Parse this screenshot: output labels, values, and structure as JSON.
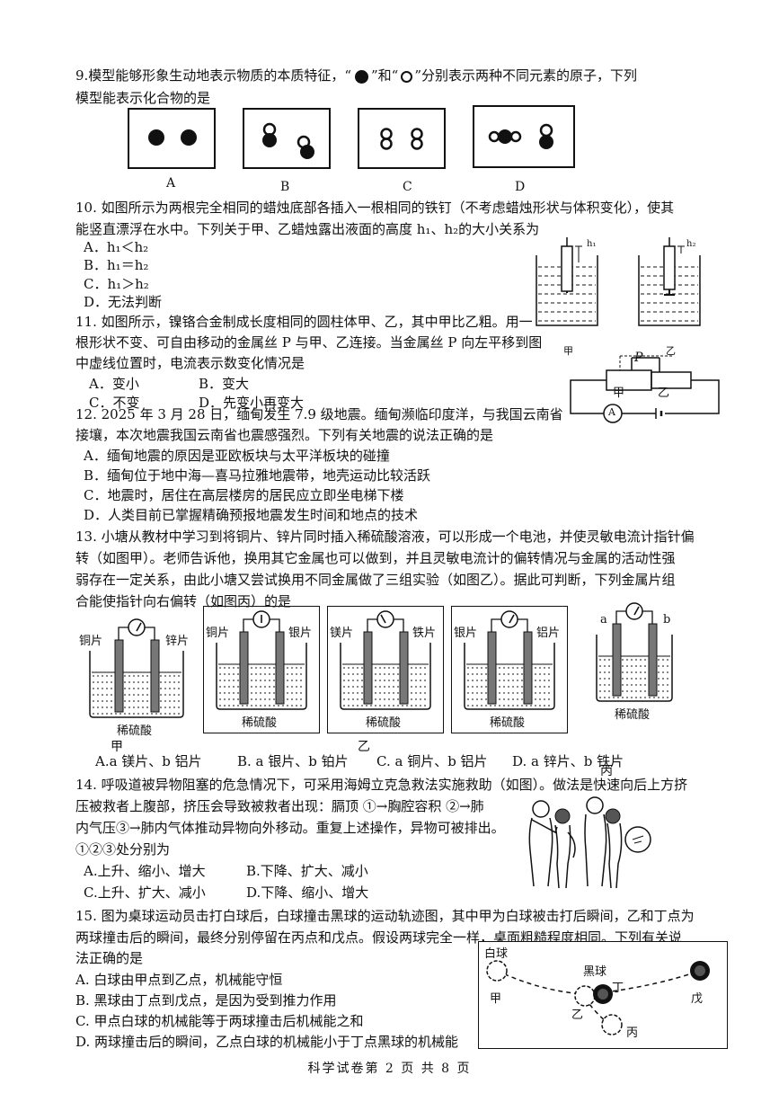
{
  "q9": {
    "line1": "9.模型能够形象生动地表示物质的本质特征，“",
    "mid1": "”和“",
    "mid2": "”分别表示两种不同元素的原子，下列",
    "line2": "模型能表示化合物的是",
    "options": [
      "A",
      "B",
      "C",
      "D"
    ]
  },
  "q10": {
    "line1": "10. 如图所示为两根完全相同的蜡烛底部各插入一根相同的铁钉（不考虑蜡烛形状与体积变化），使其",
    "line2": "能竖直漂浮在水中。下列关于甲、乙蜡烛露出液面的高度 h₁、h₂的大小关系为",
    "options": [
      "A．h₁＜h₂",
      "B．h₁＝h₂",
      "C．h₁＞h₂",
      "D．无法判断"
    ],
    "fig_labels": [
      "甲",
      "乙"
    ],
    "h_labels": [
      "h₁",
      "h₂"
    ]
  },
  "q11": {
    "line1": "11. 如图所示，镍铬合金制成长度相同的圆柱体甲、乙，其中甲比乙粗。用一",
    "line2": "根形状不变、可自由移动的金属丝 P 与甲、乙连接。当金属丝 P 向左平移到图",
    "line3": "中虚线位置时，电流表示数变化情况是",
    "options": [
      "A．变小",
      "B．变大",
      "C．不变",
      "D．先变小再变大"
    ],
    "fig": {
      "p": "P",
      "jia": "甲",
      "yi": "乙",
      "meter": "A"
    }
  },
  "q12": {
    "line1": "12. 2025 年 3 月 28 日，缅甸发生 7.9 级地震。缅甸濒临印度洋，与我国云南省",
    "line2": "接壤，本次地震我国云南省也震感强烈。下列有关地震的说法正确的是",
    "options": [
      "A．缅甸地震的原因是亚欧板块与太平洋板块的碰撞",
      "B．缅甸位于地中海—喜马拉雅地震带，地壳运动比较活跃",
      "C．地震时，居住在高层楼房的居民应立即坐电梯下楼",
      "D．人类目前已掌握精确预报地震发生时间和地点的技术"
    ]
  },
  "q13": {
    "line1": "13. 小塘从教材中学习到将铜片、锌片同时插入稀硫酸溶液，可以形成一个电池，并使灵敏电流计指针偏",
    "line2": "转（如图甲）。老师告诉他，换用其它金属也可以做到，并且灵敏电流计的偏转情况与金属的活动性强",
    "line3": "弱存在一定关系，由此小塘又尝试换用不同金属做了三组实验（如图乙）。据此可判断，下列金属片组",
    "line4": "合能使指针向右偏转（如图丙）的是",
    "beakers": [
      {
        "left": "铜片",
        "right": "锌片",
        "acid": "稀硫酸"
      },
      {
        "left": "铜片",
        "right": "银片",
        "acid": "稀硫酸"
      },
      {
        "left": "镁片",
        "right": "铁片",
        "acid": "稀硫酸"
      },
      {
        "left": "银片",
        "right": "铝片",
        "acid": "稀硫酸"
      },
      {
        "left": "a",
        "right": "b",
        "acid": "稀硫酸"
      }
    ],
    "fig_labels": [
      "甲",
      "乙",
      "丙"
    ],
    "options": [
      "A.a 镁片、b 铝片",
      "B. a 银片、b 铂片",
      "C. a 铜片、b 铝片",
      "D. a 锌片、b 铁片"
    ]
  },
  "q14": {
    "line1": "14. 呼吸道被异物阻塞的危急情况下，可采用海姆立克急救法实施救助（如图）。做法是快速向后上方挤",
    "line2": "压被救者上腹部，挤压会导致被救者出现：膈顶 ①→胸腔容积 ②→肺",
    "line3": "内气压③→肺内气体推动异物向外移动。重复上述操作，异物可被排出。",
    "line4": "①②③处分别为",
    "options": [
      "A.上升、缩小、增大",
      "B.下降、扩大、减小",
      "C.上升、扩大、减小",
      "D.下降、缩小、增大"
    ]
  },
  "q15": {
    "line1": "15. 图为桌球运动员击打白球后，白球撞击黑球的运动轨迹图，其中甲为白球被击打后瞬间，乙和丁点为",
    "line2": "两球撞击后的瞬间，最终分别停留在丙点和戊点。假设两球完全一样，桌面粗糙程度相同。下列有关说",
    "line3": "法正确的是",
    "options": [
      "A. 白球由甲点到乙点，机械能守恒",
      "B. 黑球由丁点到戊点，是因为受到推力作用",
      "C. 甲点白球的机械能等于两球撞击后机械能之和",
      "D. 两球撞击后的瞬间，乙点白球的机械能小于丁点黑球的机械能"
    ],
    "fig": {
      "white": "白球",
      "black": "黑球",
      "jia": "甲",
      "yi": "乙",
      "bing": "丙",
      "ding": "丁",
      "wu": "戊"
    }
  },
  "footer": "科学试卷第 2 页 共 8 页"
}
